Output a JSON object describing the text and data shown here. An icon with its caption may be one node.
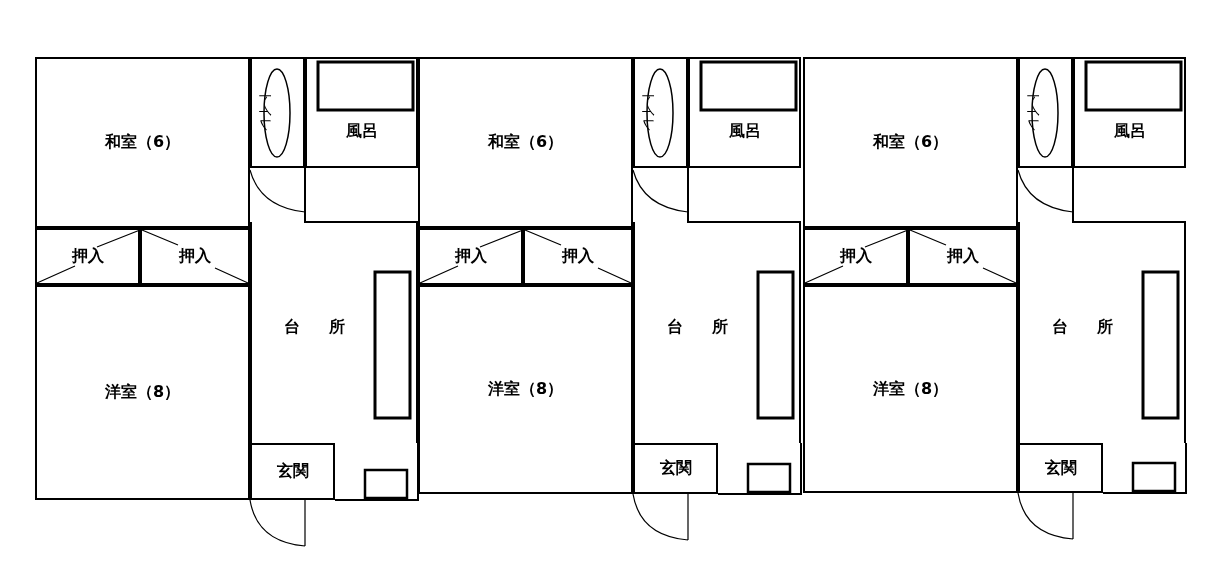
{
  "diagram": {
    "nodes": [
      {
        "text": [
          "和室（6）"
        ]
      },
      {
        "text": [
          "トイレ"
        ]
      },
      {
        "text": [
          "風呂"
        ]
      },
      {
        "text": [
          "押入"
        ]
      },
      {
        "text": [
          "押入"
        ]
      },
      {
        "text": [
          "台所"
        ]
      },
      {
        "text": [
          "洋室（8）"
        ]
      },
      {
        "text": [
          "玄関"
        ]
      },
      {
        "text": [
          "和室（6）"
        ]
      },
      {
        "text": [
          "トイレ"
        ]
      },
      {
        "text": [
          "風呂"
        ]
      },
      {
        "text": [
          "押入"
        ]
      },
      {
        "text": [
          "押入"
        ]
      },
      {
        "text": [
          "台所"
        ]
      },
      {
        "text": [
          "洋室（8）"
        ]
      },
      {
        "text": [
          "玄関"
        ]
      },
      {
        "text": [
          "和室（6）"
        ]
      },
      {
        "text": [
          "トイレ"
        ]
      },
      {
        "text": [
          "風呂"
        ]
      },
      {
        "text": [
          "押入"
        ]
      },
      {
        "text": [
          "押入"
        ]
      },
      {
        "text": [
          "台所"
        ]
      },
      {
        "text": [
          "洋室（8）"
        ]
      },
      {
        "text": [
          "玄関"
        ]
      }
    ]
  }
}
